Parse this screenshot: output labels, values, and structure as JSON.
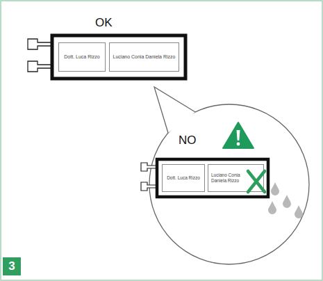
{
  "diagram": {
    "nodes": [
      {
        "text": [
          "Dott. Luca Rizzo"
        ]
      },
      {
        "text": [
          "Luciano Conia Daniela Rizzo"
        ]
      },
      {
        "text": [
          "Dott. Luca Rizzo"
        ]
      },
      {
        "text": [
          "Luciano Conia Daniela Rizzo"
        ]
      },
      {
        "text": [
          "3"
        ]
      }
    ],
    "labels": [
      "OK",
      "NO"
    ]
  }
}
